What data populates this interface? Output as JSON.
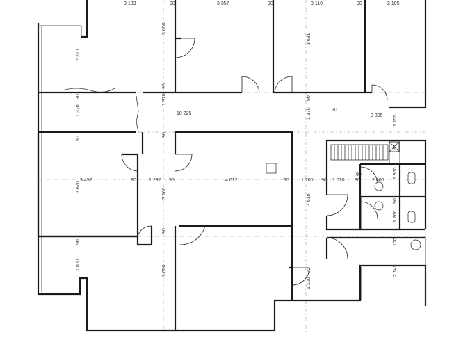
{
  "dimensions": {
    "room_top_1_width": "3 133",
    "room_top_2_width": "3 357",
    "room_top_3_width": "3 110",
    "room_top_4_width": "2 105",
    "room_top_1_depth": "2 270",
    "room_top_2_depth": "3 650",
    "room_top_3_depth": "3 681",
    "corridor_length": "10 225",
    "corridor_width_left": "1 370",
    "corridor_width_mid": "1 370",
    "corridor_width_right": "1 370",
    "corridor_east_width": "3 395",
    "corridor_east_depth": "1 155",
    "room_mid_left_width": "3 452",
    "room_mid_left_depth": "3 670",
    "passage_width": "1 292",
    "passage_depth": "3 160",
    "room_mid_center_width": "4 012",
    "hall_width": "1 200",
    "hall_depth": "4 610",
    "wc_lobby_width": "1 010",
    "wc_width": "2 000",
    "wc_1_depth": "1 900",
    "wc_2_depth": "1 260",
    "room_bottom_left_depth": "1 800",
    "room_bottom_center_depth": "3 600",
    "entry_depth": "1 100",
    "room_bottom_right_depth": "2 145",
    "wall_90": "90",
    "wall_100": "100"
  }
}
